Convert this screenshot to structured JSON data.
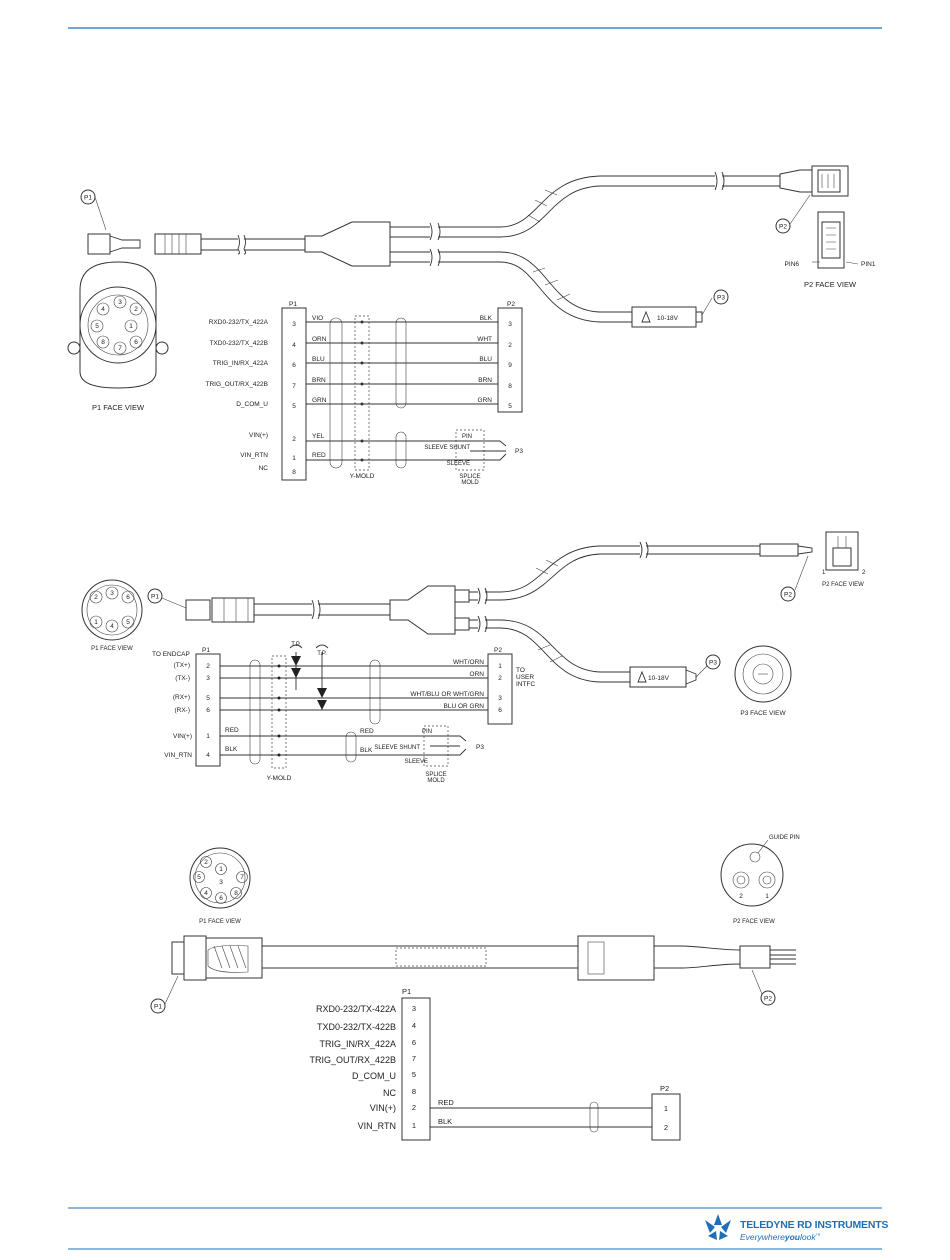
{
  "colors": {
    "rule": "#1e6fb8",
    "brand": "#1e6fb8",
    "ink": "#222222"
  },
  "cable1": {
    "p1_callout": "P1",
    "p2_callout": "P2",
    "p3_callout": "P3",
    "p1_face_view": "P1 FACE VIEW",
    "p2_face_view": "P2 FACE VIEW",
    "pin6": "PIN6",
    "pin1": "PIN1",
    "p3_label": "10-18V",
    "face_pins": [
      "1",
      "2",
      "3",
      "4",
      "5",
      "6",
      "7",
      "8"
    ],
    "sch_p1": "P1",
    "sch_p2": "P2",
    "sch_p3": "P3",
    "ymold": "Y-MOLD",
    "splice_1": "SPLICE",
    "splice_2": "MOLD",
    "pin": "PIN",
    "sleeve_shunt": "SLEEVE SHUNT",
    "sleeve": "SLEEVE",
    "rows": [
      {
        "signal": "RXD0-232/TX_422A",
        "p1": "3",
        "color": "VIO",
        "p2color": "BLK",
        "p2": "3"
      },
      {
        "signal": "TXD0-232/TX_422B",
        "p1": "4",
        "color": "ORN",
        "p2color": "WHT",
        "p2": "2"
      },
      {
        "signal": "TRIG_IN/RX_422A",
        "p1": "6",
        "color": "BLU",
        "p2color": "BLU",
        "p2": "9"
      },
      {
        "signal": "TRIG_OUT/RX_422B",
        "p1": "7",
        "color": "BRN",
        "p2color": "BRN",
        "p2": "8"
      },
      {
        "signal": "D_COM_U",
        "p1": "5",
        "color": "GRN",
        "p2color": "GRN",
        "p2": "5"
      },
      {
        "signal": "VIN(+)",
        "p1": "2",
        "color": "YEL"
      },
      {
        "signal": "VIN_RTN",
        "p1": "1",
        "color": "RED"
      },
      {
        "signal": "NC",
        "p1": "8"
      }
    ]
  },
  "cable2": {
    "p1_callout": "P1",
    "p2_callout": "P2",
    "p3_callout": "P3",
    "p1_face_view": "P1 FACE VIEW",
    "p2_face_view": "P2 FACE VIEW",
    "p3_face_view": "P3 FACE VIEW",
    "p3_label": "10-18V",
    "face_pins": [
      "1",
      "2",
      "3",
      "4",
      "5",
      "6"
    ],
    "p2_small_pins": [
      "1",
      "2"
    ],
    "sch_p1": "P1",
    "sch_p2": "P2",
    "sch_p3": "P3",
    "to_endcap": "TO ENDCAP",
    "to_user_1": "TO",
    "to_user_2": "USER",
    "to_user_3": "INTFC",
    "tp": "T.P.",
    "ymold": "Y-MOLD",
    "splice_1": "SPLICE",
    "splice_2": "MOLD",
    "pin": "PIN",
    "sleeve_shunt": "SLEEVE SHUNT",
    "sleeve": "SLEEVE",
    "rows": [
      {
        "signal": "(TX+)",
        "p1": "2",
        "p2color": "WHT/ORN",
        "p2": "1"
      },
      {
        "signal": "(TX-)",
        "p1": "3",
        "p2color": "ORN",
        "p2": "2"
      },
      {
        "signal": "(RX+)",
        "p1": "5",
        "p2color": "WHT/BLU OR WHT/GRN",
        "p2": "3"
      },
      {
        "signal": "(RX-)",
        "p1": "6",
        "p2color": "BLU OR GRN",
        "p2": "6"
      },
      {
        "signal": "VIN(+)",
        "p1": "1",
        "color": "RED",
        "color2": "RED"
      },
      {
        "signal": "VIN_RTN",
        "p1": "4",
        "color": "BLK",
        "color2": "BLK"
      }
    ]
  },
  "cable3": {
    "p1_callout": "P1",
    "p2_callout": "P2",
    "p1_face_view": "P1 FACE VIEW",
    "p2_face_view": "P2 FACE VIEW",
    "guide_pin": "GUIDE PIN",
    "face_pins": [
      "1",
      "2",
      "3",
      "4",
      "5",
      "6",
      "7",
      "8"
    ],
    "p2_pins": [
      "2",
      "1"
    ],
    "sch_p1": "P1",
    "sch_p2": "P2",
    "rows": [
      {
        "signal": "RXD0-232/TX-422A",
        "p1": "3"
      },
      {
        "signal": "TXD0-232/TX-422B",
        "p1": "4"
      },
      {
        "signal": "TRIG_IN/RX_422A",
        "p1": "6"
      },
      {
        "signal": "TRIG_OUT/RX_422B",
        "p1": "7"
      },
      {
        "signal": "D_COM_U",
        "p1": "5"
      },
      {
        "signal": "NC",
        "p1": "8"
      },
      {
        "signal": "VIN(+)",
        "p1": "2",
        "color": "RED",
        "p2": "1"
      },
      {
        "signal": "VIN_RTN",
        "p1": "1",
        "color": "BLK",
        "p2": "2"
      }
    ]
  },
  "footer": {
    "brand": "TELEDYNE RD INSTRUMENTS",
    "tagline_a": "Everywhere",
    "tagline_b": "you",
    "tagline_c": "look",
    "tm": "™"
  }
}
